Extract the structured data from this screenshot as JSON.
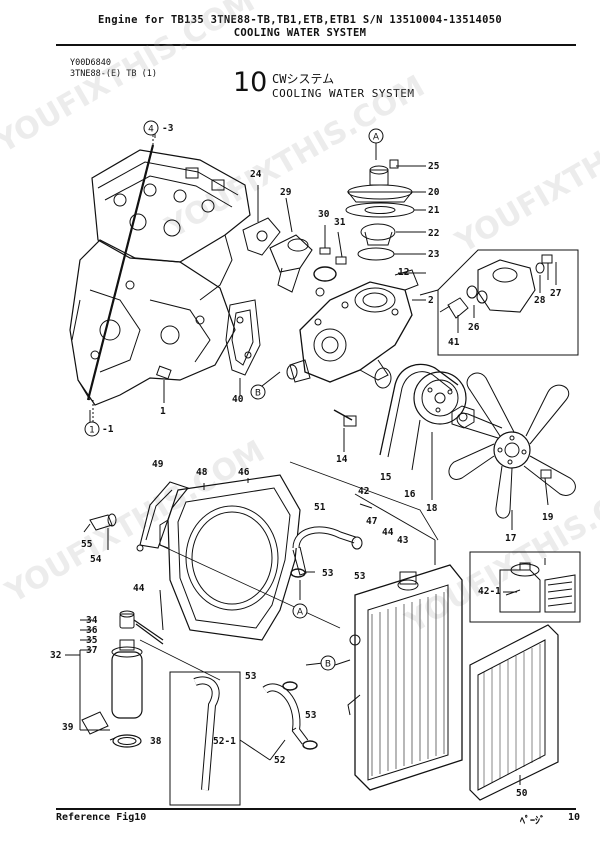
{
  "header": {
    "line1": "Engine for TB135  3TNE88-TB,TB1,ETB,ETB1  S/N 13510004-13514050",
    "line2": "COOLING WATER SYSTEM"
  },
  "figure_code": {
    "code": "Y00D6840",
    "model": "3TNE88-(E) TB (1)"
  },
  "section": {
    "number": "10",
    "title_jp": "CWシステム",
    "title_en": "COOLING WATER SYSTEM"
  },
  "footer": {
    "reference": "Reference   Fig10",
    "page_label": "ﾍﾟｰｼﾞ",
    "page_number": "10"
  },
  "callouts": {
    "c4_3": "4",
    "c4_3_suffix": "-3",
    "c1_1": "1",
    "c1_1_suffix": "-1",
    "A_top": "A",
    "B_mid": "B",
    "A_bot": "A",
    "B_bot": "B"
  },
  "parts": {
    "p1": "1",
    "p2": "2",
    "p12": "12",
    "p14": "14",
    "p15": "15",
    "p16": "16",
    "p17": "17",
    "p18": "18",
    "p19": "19",
    "p20": "20",
    "p21": "21",
    "p22": "22",
    "p23": "23",
    "p24": "24",
    "p25": "25",
    "p26": "26",
    "p27": "27",
    "p28": "28",
    "p29": "29",
    "p30": "30",
    "p31": "31",
    "p32": "32",
    "p34": "34",
    "p35": "35",
    "p36": "36",
    "p37": "37",
    "p38": "38",
    "p39": "39",
    "p40": "40",
    "p41": "41",
    "p42": "42",
    "p42_1": "42-1",
    "p43": "43",
    "p44a": "44",
    "p44b": "44",
    "p46": "46",
    "p47": "47",
    "p48": "48",
    "p49": "49",
    "p50": "50",
    "p51": "51",
    "p52": "52",
    "p52_1": "52-1",
    "p53a": "53",
    "p53b": "53",
    "p53c": "53",
    "p53d": "53",
    "p54": "54",
    "p55": "55"
  },
  "watermarks": [
    "YOUFIXTHIS.COM",
    "YOUFIXTHIS.COM",
    "YOUFIXTHIS",
    "YOUFIXTHIS.COM",
    "YOUFIXTHIS.COM"
  ]
}
